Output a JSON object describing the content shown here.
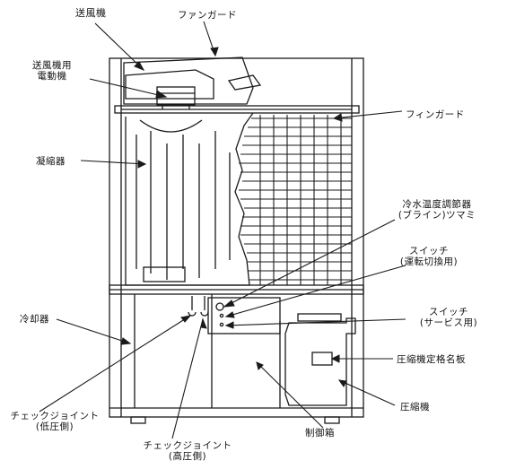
{
  "labels": {
    "fan": "送風機",
    "fan_guard": "ファンガード",
    "fan_motor_line1": "送風機用",
    "fan_motor_line2": "電動機",
    "fin_guard": "フィンガード",
    "condenser": "凝縮器",
    "chilled_water_dial_line1": "冷水温度調節器",
    "chilled_water_dial_line2": "(ブライン)ツマミ",
    "switch_op_line1": "スイッチ",
    "switch_op_line2": "(運転切換用)",
    "switch_svc_line1": "スイッチ",
    "switch_svc_line2": "(サービス用)",
    "cooler": "冷却器",
    "compressor_plate": "圧縮機定格名板",
    "compressor": "圧縮機",
    "check_low_line1": "チェックジョイント",
    "check_low_line2": "(低圧側)",
    "check_high_line1": "チェックジョイント",
    "check_high_line2": "(高圧側)",
    "control_box": "制御箱"
  },
  "colors": {
    "line": "#1a1a1a",
    "background": "#ffffff"
  }
}
